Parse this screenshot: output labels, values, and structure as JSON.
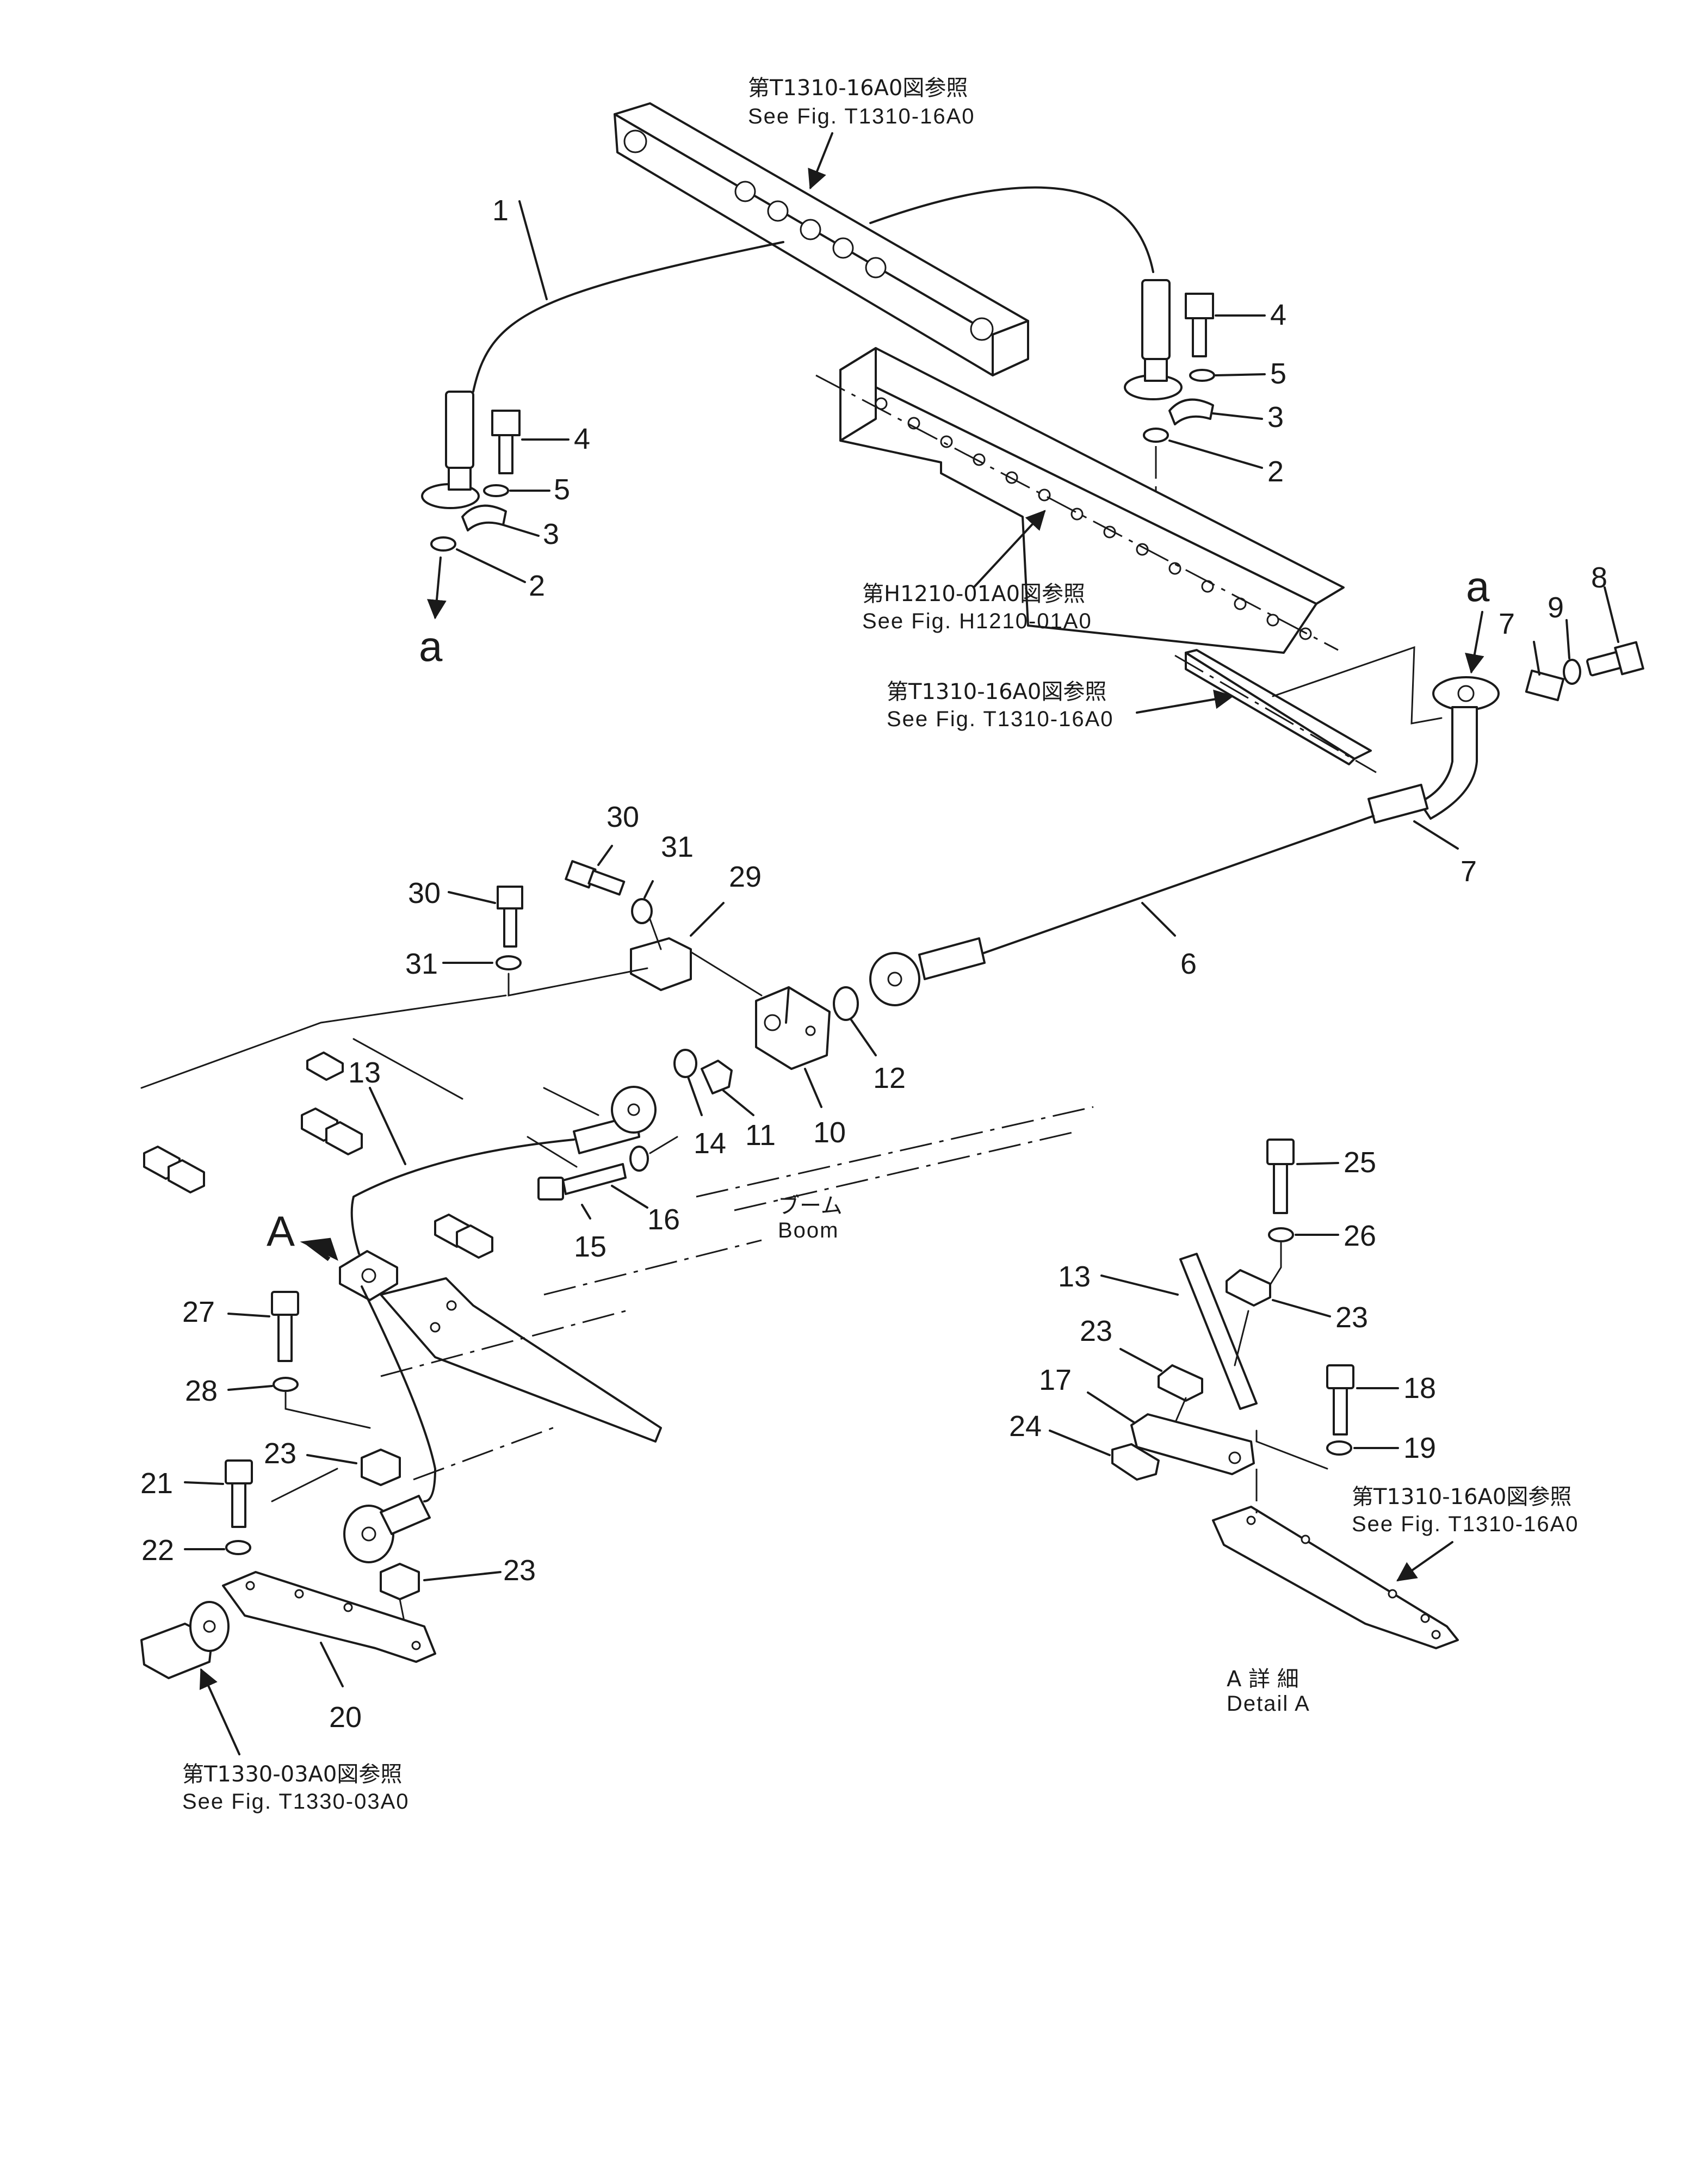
{
  "references": {
    "top_jp": "第T1310-16A0図参照",
    "top_en": "See  Fig. T1310-16A0",
    "mid_jp": "第H1210-01A0図参照",
    "mid_en": "See  Fig. H1210-01A0",
    "mid2_jp": "第T1310-16A0図参照",
    "mid2_en": "See  Fig. T1310-16A0",
    "detail_jp": "第T1310-16A0図参照",
    "detail_en": "See  Fig. T1310-16A0",
    "bottom_jp": "第T1330-03A0図参照",
    "bottom_en": "See  Fig. T1330-03A0"
  },
  "labels": {
    "boom_jp": "ブーム",
    "boom_en": "Boom",
    "detail_jp": "A 詳 細",
    "detail_en": "Detail A",
    "view_a": "A",
    "conn_a_left": "a",
    "conn_a_right": "a"
  },
  "callouts": {
    "p1": "1",
    "p2_left": "2",
    "p3_left": "3",
    "p4_left": "4",
    "p5_left": "5",
    "p2_right": "2",
    "p3_right": "3",
    "p4_right": "4",
    "p5_right": "5",
    "p6": "6",
    "p7_top": "7",
    "p7_bottom": "7",
    "p8": "8",
    "p9": "9",
    "p10": "10",
    "p11": "11",
    "p12": "12",
    "p13": "13",
    "p14": "14",
    "p15": "15",
    "p16": "16",
    "p17": "17",
    "p18": "18",
    "p19": "19",
    "p13_detail": "13",
    "p20": "20",
    "p21": "21",
    "p22": "22",
    "p23_a": "23",
    "p23_b": "23",
    "p23_c": "23",
    "p23_d": "23",
    "p24": "24",
    "p25": "25",
    "p26": "26",
    "p27": "27",
    "p28": "28",
    "p29": "29",
    "p30_a": "30",
    "p30_b": "30",
    "p31_a": "31",
    "p31_b": "31"
  }
}
